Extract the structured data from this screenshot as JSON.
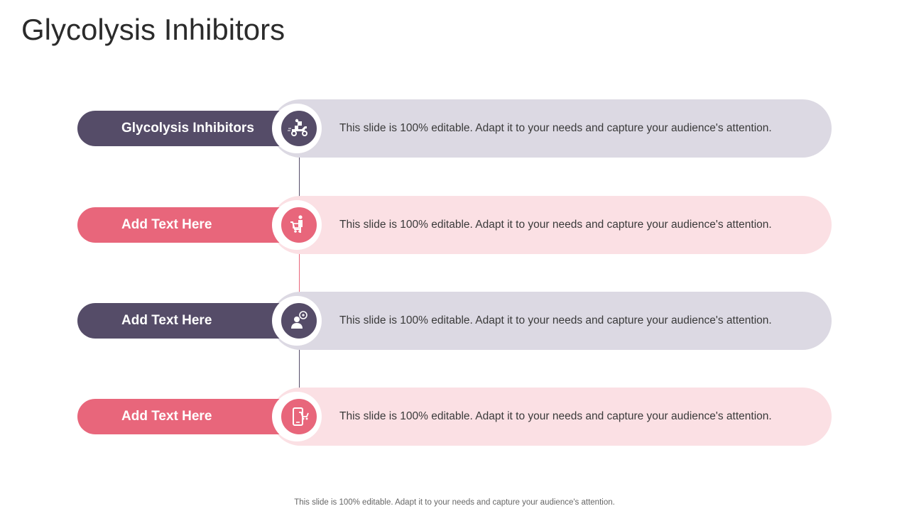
{
  "slide": {
    "title": "Glycolysis Inhibitors",
    "footer": "This slide is 100% editable. Adapt it to your needs and capture your audience's attention."
  },
  "colors": {
    "dark": "#554c68",
    "dark_light": "#dcd9e3",
    "pink": "#e8667b",
    "pink_light": "#fbe0e4"
  },
  "rows": [
    {
      "label": "Glycolysis Inhibitors",
      "description": "This slide is 100% editable. Adapt it to your needs and capture your audience's attention.",
      "icon": "delivery-scooter-icon",
      "theme": "dark"
    },
    {
      "label": "Add Text Here",
      "description": "This slide is 100% editable. Adapt it to your needs and capture your audience's attention.",
      "icon": "shopper-cart-icon",
      "theme": "pink"
    },
    {
      "label": "Add Text Here",
      "description": "This slide is 100% editable. Adapt it to your needs and capture your audience's attention.",
      "icon": "customer-chat-icon",
      "theme": "dark"
    },
    {
      "label": "Add Text Here",
      "description": "This slide is 100% editable. Adapt it to your needs and capture your audience's attention.",
      "icon": "mobile-shopping-icon",
      "theme": "pink"
    }
  ]
}
